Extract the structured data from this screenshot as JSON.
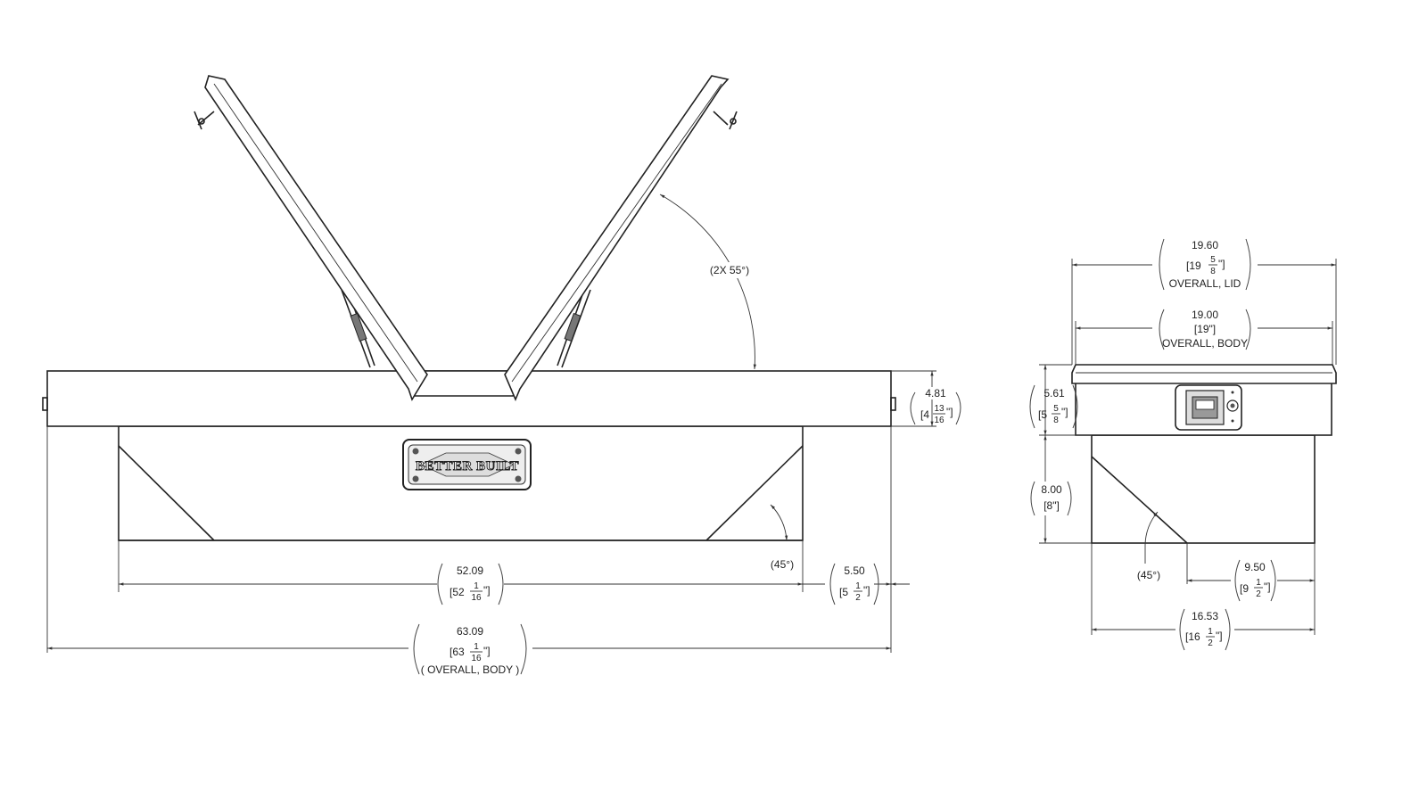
{
  "brand": {
    "logo_text": "BETTER BUILT"
  },
  "front_view": {
    "lid_angle": {
      "label": "2X 55°"
    },
    "lid_height": {
      "decimal": "4.81",
      "whole": "4",
      "num": "13",
      "den": "16",
      "unit": "\""
    },
    "chamfer_angle": {
      "label": "45°"
    },
    "bottom_width": {
      "decimal": "52.09",
      "whole": "52",
      "num": "1",
      "den": "16",
      "unit": "\""
    },
    "end_offset": {
      "decimal": "5.50",
      "whole": "5",
      "num": "1",
      "den": "2",
      "unit": "\""
    },
    "overall_body": {
      "decimal": "63.09",
      "whole": "63",
      "num": "1",
      "den": "16",
      "unit": "\"",
      "note": "( OVERALL, BODY )"
    }
  },
  "side_view": {
    "overall_lid": {
      "decimal": "19.60",
      "whole": "19",
      "num": "5",
      "den": "8",
      "unit": "\"",
      "note": "OVERALL, LID"
    },
    "overall_body": {
      "decimal": "19.00",
      "fraction": "19\"",
      "note": "OVERALL, BODY"
    },
    "lid_height": {
      "decimal": "5.61",
      "whole": "5",
      "num": "5",
      "den": "8",
      "unit": "\""
    },
    "body_height": {
      "decimal": "8.00",
      "fraction": "8\""
    },
    "chamfer_angle": {
      "label": "45°"
    },
    "step_width": {
      "decimal": "9.50",
      "whole": "9",
      "num": "1",
      "den": "2",
      "unit": "\""
    },
    "bottom_width": {
      "decimal": "16.53",
      "whole": "16",
      "num": "1",
      "den": "2",
      "unit": "\""
    }
  }
}
